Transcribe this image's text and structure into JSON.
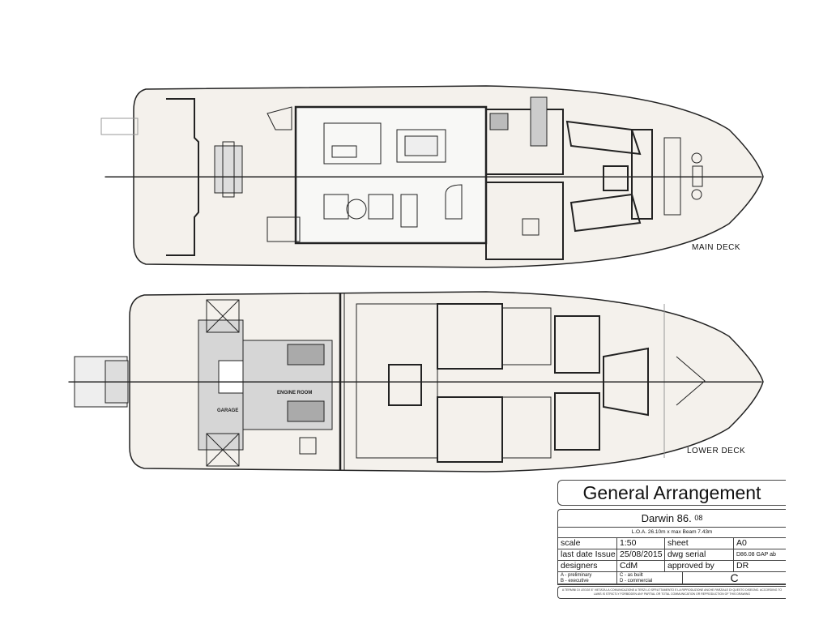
{
  "decks": [
    {
      "label": "MAIN DECK"
    },
    {
      "label": "LOWER DECK",
      "rooms": [
        "GARAGE",
        "ENGINE ROOM"
      ]
    }
  ],
  "title_block": {
    "title": "General Arrangement",
    "project": "Darwin 86.",
    "project_suffix": "08",
    "dimensions": "L.O.A. 26.10m x max Beam 7.43m",
    "rows": [
      {
        "k1": "scale",
        "v1": "1:50",
        "k2": "sheet",
        "v2": "A0"
      },
      {
        "k1": "last date Issue",
        "v1": "25/08/2015",
        "k2": "dwg serial",
        "v2": "D86.08 GAP ab"
      },
      {
        "k1": "designers",
        "v1": "CdM",
        "k2": "approved by",
        "v2": "DR"
      }
    ],
    "legend": [
      "A - preliminary",
      "B - executive",
      "C - as built",
      "D - commercial"
    ],
    "status": "C",
    "notice": "A TERMINI DI LEGGE E' VIETATA LA COMUNICAZIONE A TERZI LO SFRUTTAMENTO E LA RIPRODUZIONE ANCHE PARZIALE DI QUESTO DISEGNO. ACCORDING TO LAWS IS STRICTLY FORBIDDEN ANY PARTIAL OR TOTAL COMMUNICATION OR REPRODUCTION OF THIS DRAWING"
  }
}
